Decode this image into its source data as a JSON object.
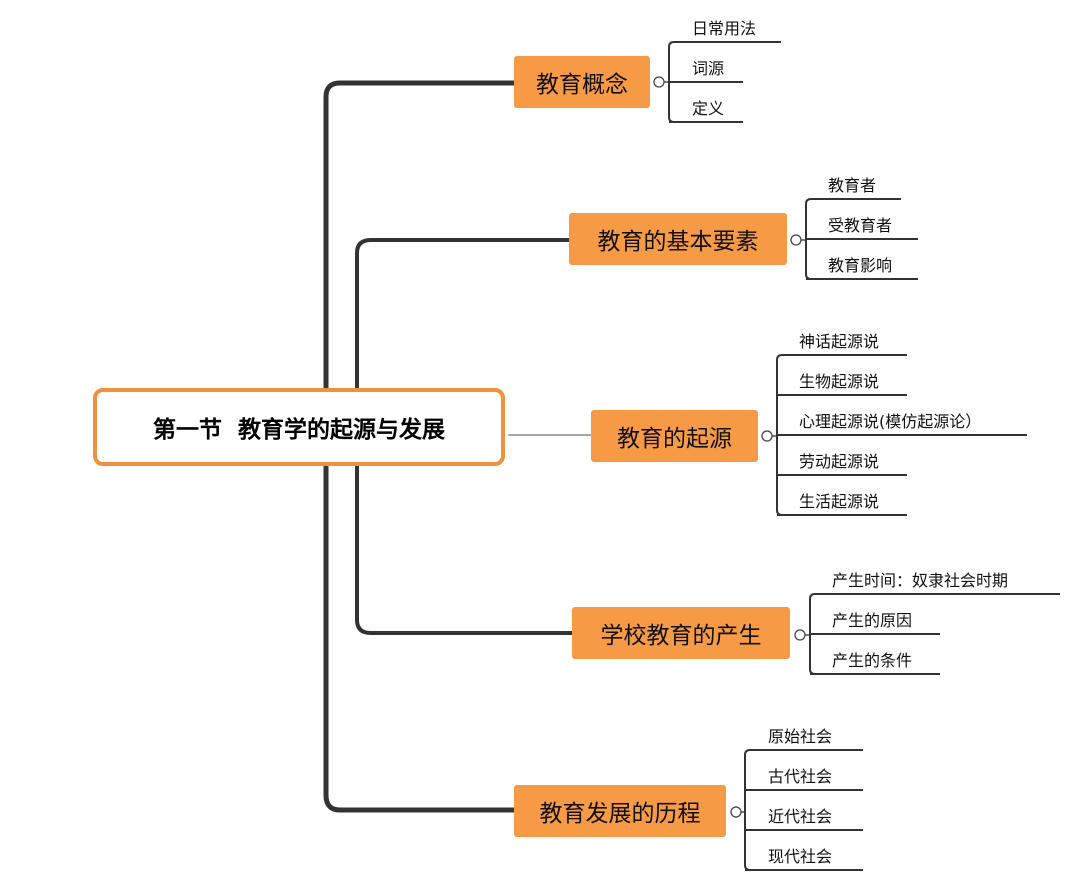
{
  "root": {
    "label": "第一节  教育学的起源与发展"
  },
  "branches": [
    {
      "label": "教育概念",
      "children": [
        "日常用法",
        "词源",
        "定义"
      ]
    },
    {
      "label": "教育的基本要素",
      "children": [
        "教育者",
        "受教育者",
        "教育影响"
      ]
    },
    {
      "label": "教育的起源",
      "children": [
        "神话起源说",
        "生物起源说",
        "心理起源说(模仿起源论）",
        "劳动起源说",
        "生活起源说"
      ]
    },
    {
      "label": "学校教育的产生",
      "children": [
        "产生时间：奴隶社会时期",
        "产生的原因",
        "产生的条件"
      ]
    },
    {
      "label": "教育发展的历程",
      "children": [
        "原始社会",
        "古代社会",
        "近代社会",
        "现代社会"
      ]
    }
  ],
  "colors": {
    "branch_fill": "#f79a45",
    "root_border": "#f0913e",
    "line": "#333333"
  }
}
